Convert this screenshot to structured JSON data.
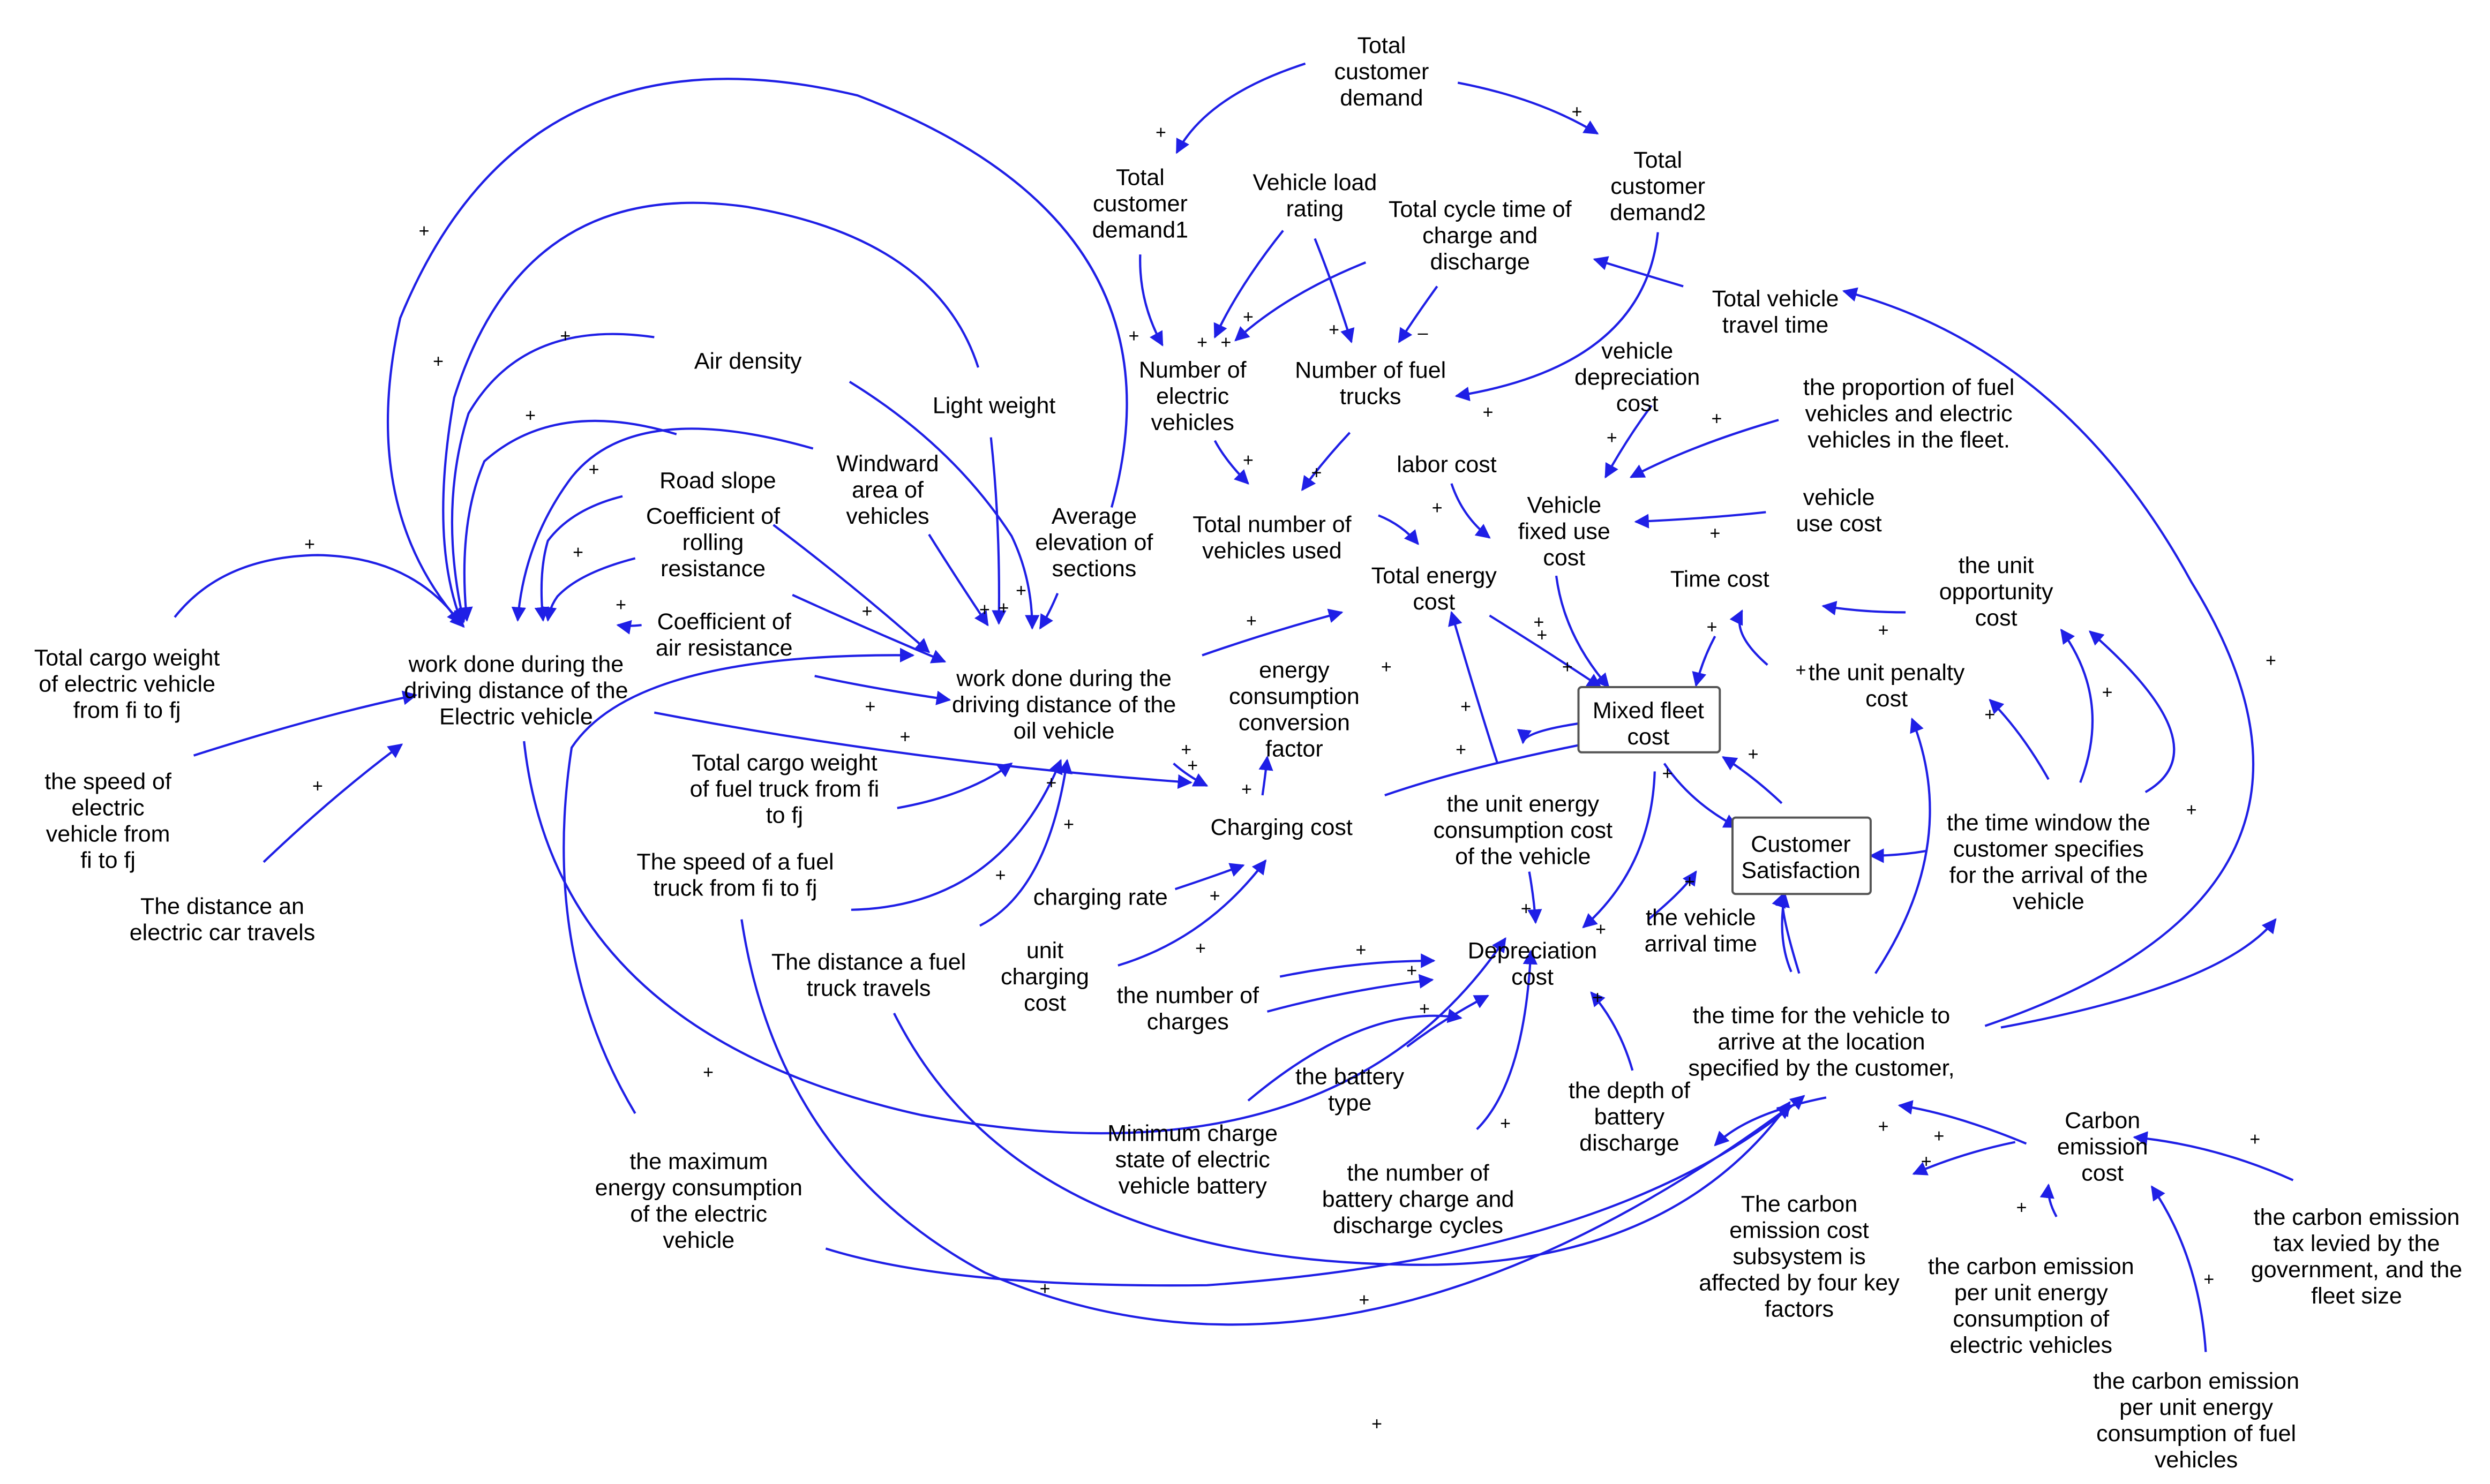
{
  "diagram": {
    "type": "causal-loop-diagram",
    "arrow_color": "#1f1fe6",
    "nodes": [
      {
        "id": "tcd",
        "lines": [
          "Total",
          "customer",
          "demand"
        ]
      },
      {
        "id": "tcd1",
        "lines": [
          "Total",
          "customer",
          "demand1"
        ]
      },
      {
        "id": "tcd2",
        "lines": [
          "Total",
          "customer",
          "demand2"
        ]
      },
      {
        "id": "vlr",
        "lines": [
          "Vehicle load",
          "rating"
        ]
      },
      {
        "id": "tct",
        "lines": [
          "Total cycle time of",
          "charge and",
          "discharge"
        ]
      },
      {
        "id": "tvt",
        "lines": [
          "Total vehicle",
          "travel time"
        ]
      },
      {
        "id": "nev",
        "lines": [
          "Number of",
          "electric",
          "vehicles"
        ]
      },
      {
        "id": "nft",
        "lines": [
          "Number of fuel",
          "trucks"
        ]
      },
      {
        "id": "vdc",
        "lines": [
          "vehicle",
          "depreciation",
          "cost"
        ]
      },
      {
        "id": "prop",
        "lines": [
          "the proportion of fuel",
          "vehicles and electric",
          "vehicles in the fleet."
        ]
      },
      {
        "id": "air",
        "lines": [
          "Air density"
        ]
      },
      {
        "id": "lw",
        "lines": [
          "Light weight"
        ]
      },
      {
        "id": "wind",
        "lines": [
          "Windward",
          "area of",
          "vehicles"
        ]
      },
      {
        "id": "road",
        "lines": [
          "Road slope"
        ]
      },
      {
        "id": "crr",
        "lines": [
          "Coefficient of",
          "rolling",
          "resistance"
        ]
      },
      {
        "id": "aes",
        "lines": [
          "Average",
          "elevation of",
          "sections"
        ]
      },
      {
        "id": "labor",
        "lines": [
          "labor cost"
        ]
      },
      {
        "id": "vfu",
        "lines": [
          "Vehicle",
          "fixed use",
          "cost"
        ]
      },
      {
        "id": "vuc",
        "lines": [
          "vehicle",
          "use cost"
        ]
      },
      {
        "id": "tnv",
        "lines": [
          "Total number of",
          "vehicles used"
        ]
      },
      {
        "id": "tec",
        "lines": [
          "Total energy",
          "cost"
        ]
      },
      {
        "id": "timec",
        "lines": [
          "Time cost"
        ]
      },
      {
        "id": "uoc",
        "lines": [
          "the unit",
          "opportunity",
          "cost"
        ]
      },
      {
        "id": "car",
        "lines": [
          "Coefficient of",
          "air resistance"
        ]
      },
      {
        "id": "tcw_ev",
        "lines": [
          "Total cargo weight",
          "of electric vehicle",
          "from fi to fj"
        ]
      },
      {
        "id": "wev",
        "lines": [
          "work done during the",
          "driving distance of the",
          "Electric vehicle"
        ]
      },
      {
        "id": "woil",
        "lines": [
          "work done during the",
          "driving distance of the",
          "oil vehicle"
        ]
      },
      {
        "id": "eccf",
        "lines": [
          "energy",
          "consumption",
          "conversion",
          "factor"
        ]
      },
      {
        "id": "mfc",
        "lines": [
          "Mixed fleet",
          "cost"
        ]
      },
      {
        "id": "upc",
        "lines": [
          "the unit penalty",
          "cost"
        ]
      },
      {
        "id": "sev",
        "lines": [
          "the speed of",
          "electric",
          "vehicle from",
          "fi to fj"
        ]
      },
      {
        "id": "tcw_ft",
        "lines": [
          "Total cargo weight",
          "of fuel truck from fi",
          "to fj"
        ]
      },
      {
        "id": "charging",
        "lines": [
          "Charging cost"
        ]
      },
      {
        "id": "uecc",
        "lines": [
          "the unit energy",
          "consumption cost",
          "of the vehicle"
        ]
      },
      {
        "id": "cs",
        "lines": [
          "Customer",
          "Satisfaction"
        ]
      },
      {
        "id": "tw",
        "lines": [
          "the time window the",
          "customer specifies",
          "for the arrival of the",
          "vehicle"
        ]
      },
      {
        "id": "sft",
        "lines": [
          "The speed of a fuel",
          "truck from fi to fj"
        ]
      },
      {
        "id": "rate",
        "lines": [
          "charging rate"
        ]
      },
      {
        "id": "dect",
        "lines": [
          "The distance an",
          "electric car travels"
        ]
      },
      {
        "id": "vat",
        "lines": [
          "the vehicle",
          "arrival time"
        ]
      },
      {
        "id": "dft",
        "lines": [
          "The distance a fuel",
          "truck travels"
        ]
      },
      {
        "id": "ucc",
        "lines": [
          "unit",
          "charging",
          "cost"
        ]
      },
      {
        "id": "dep",
        "lines": [
          "Depreciation",
          "cost"
        ]
      },
      {
        "id": "noc",
        "lines": [
          "the number of",
          "charges"
        ]
      },
      {
        "id": "tva",
        "lines": [
          "the time for the vehicle to",
          "arrive at the location",
          "specified by the customer,"
        ]
      },
      {
        "id": "bt",
        "lines": [
          "the battery",
          "type"
        ]
      },
      {
        "id": "dbd",
        "lines": [
          "the depth of",
          "battery",
          "discharge"
        ]
      },
      {
        "id": "mcs",
        "lines": [
          "Minimum charge",
          "state of electric",
          "vehicle battery"
        ]
      },
      {
        "id": "cec",
        "lines": [
          "Carbon",
          "emission",
          "cost"
        ]
      },
      {
        "id": "mec",
        "lines": [
          "the maximum",
          "energy consumption",
          "of the electric",
          "vehicle"
        ]
      },
      {
        "id": "nbc",
        "lines": [
          "the number of",
          "battery charge and",
          "discharge cycles"
        ]
      },
      {
        "id": "ctax",
        "lines": [
          "the carbon emission",
          "tax levied by the",
          "government, and the",
          "fleet size"
        ]
      },
      {
        "id": "csub",
        "lines": [
          "The carbon",
          "emission cost",
          "subsystem is",
          "affected by four key",
          "factors"
        ]
      },
      {
        "id": "ceev",
        "lines": [
          "the carbon emission",
          "per unit energy",
          "consumption of",
          "electric vehicles"
        ]
      },
      {
        "id": "cefv",
        "lines": [
          "the carbon emission",
          "per unit energy",
          "consumption of fuel",
          "vehicles"
        ]
      }
    ],
    "signs": {
      "plus": "+",
      "minus": "–"
    }
  }
}
